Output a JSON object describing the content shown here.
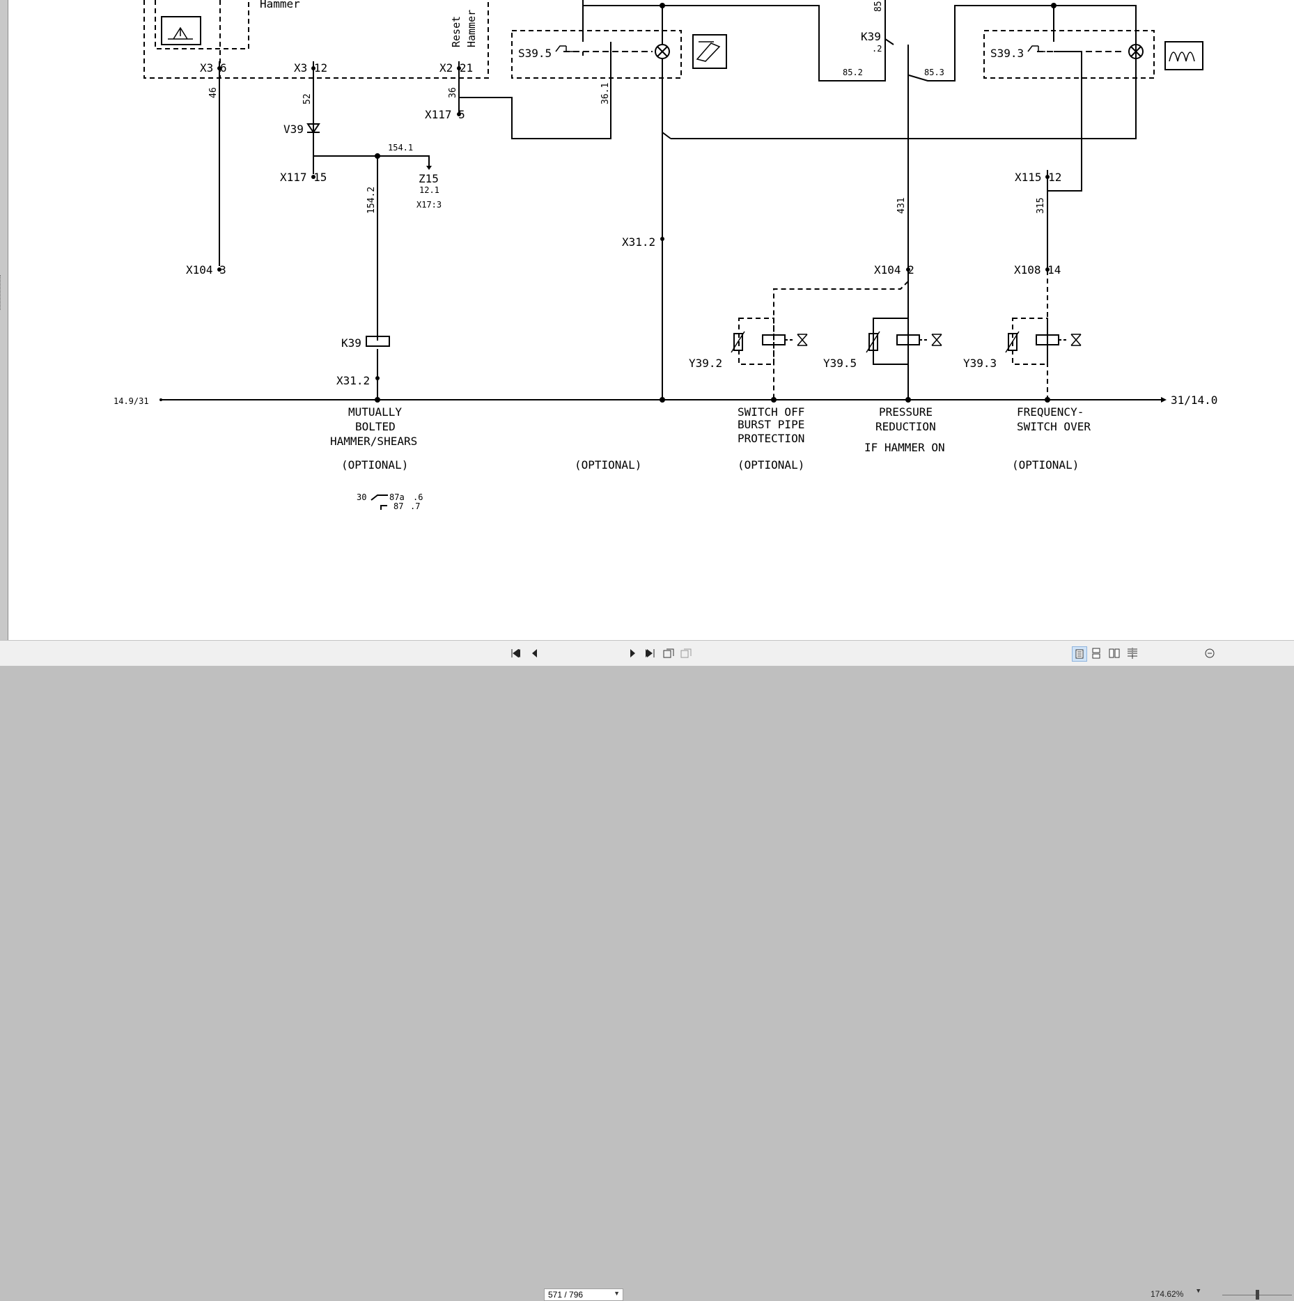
{
  "toolbar": {
    "page_current": "571 / 796",
    "zoom_level": "174.62%"
  },
  "labels": {
    "hammer": "Hammer",
    "reset": "Reset",
    "reset_hammer": "Hammer",
    "x3_6": "X3 6",
    "x3_12": "X3 12",
    "x2_21": "X2 21",
    "w46": "46",
    "w52": "52",
    "w36": "36",
    "w36_1": "36.1",
    "x117_5": "X117 5",
    "v39": "V39",
    "w154_1": "154.1",
    "x117_15": "X117 15",
    "z15": "Z15",
    "z15_ref": "12.1",
    "x17_3": "X17:3",
    "w154_2": "154.2",
    "x104_3": "X104 3",
    "k39": "K39",
    "x31_2a": "X31.2",
    "x31_2b": "X31.2",
    "s39_5": "S39.5",
    "s39_3": "S39.3",
    "k39_top": "K39",
    "k39_top_sub": ".2",
    "w85": "85",
    "w85_2": "85.2",
    "w85_3": "85.3",
    "w431": "431",
    "w315": "315",
    "x115_12": "X115 12",
    "x104_2": "X104 2",
    "x108_14": "X108 14",
    "y39_2": "Y39.2",
    "y39_5": "Y39.5",
    "y39_3": "Y39.3",
    "left_ref": "14.9/31",
    "right_ref": "31/14.0",
    "mut_1": "MUTUALLY",
    "mut_2": "BOLTED",
    "mut_3": "HAMMER/SHEARS",
    "opt1": "(OPTIONAL)",
    "opt2": "(OPTIONAL)",
    "opt3": "(OPTIONAL)",
    "opt4": "(OPTIONAL)",
    "sw_1": "SWITCH OFF",
    "sw_2": "BURST PIPE",
    "sw_3": "PROTECTION",
    "pr_1": "PRESSURE",
    "pr_2": "REDUCTION",
    "pr_3": "IF HAMMER ON",
    "fr_1": "FREQUENCY-",
    "fr_2": "SWITCH OVER",
    "c30": "30",
    "c87a": "87a",
    "c6": ".6",
    "c87": "87",
    "c7": ".7"
  }
}
